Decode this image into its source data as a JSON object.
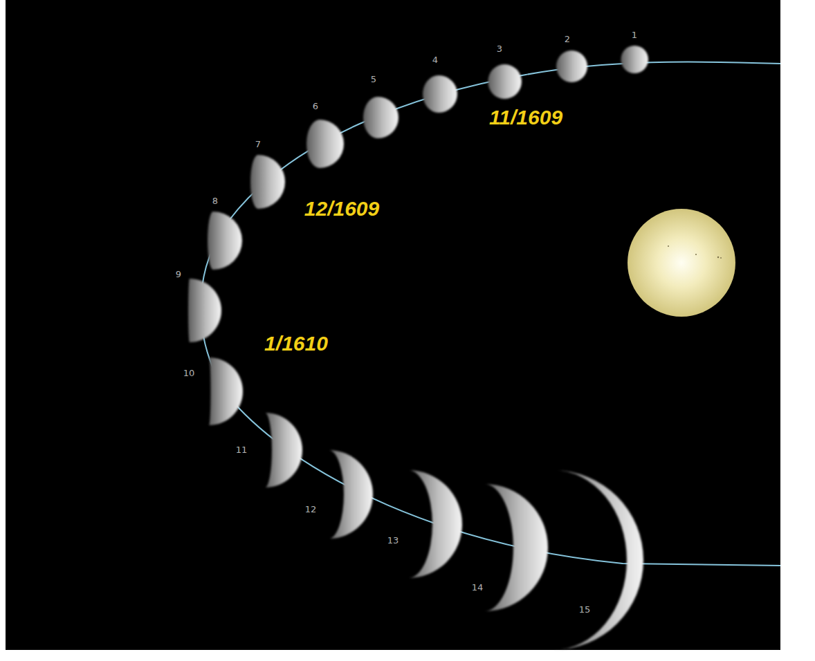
{
  "diagram": {
    "labels": [
      "1",
      "2",
      "3",
      "4",
      "5",
      "6",
      "7",
      "8",
      "9",
      "10",
      "11",
      "12",
      "13",
      "14",
      "15",
      "11/1609",
      "12/1609",
      "1/1610"
    ]
  }
}
